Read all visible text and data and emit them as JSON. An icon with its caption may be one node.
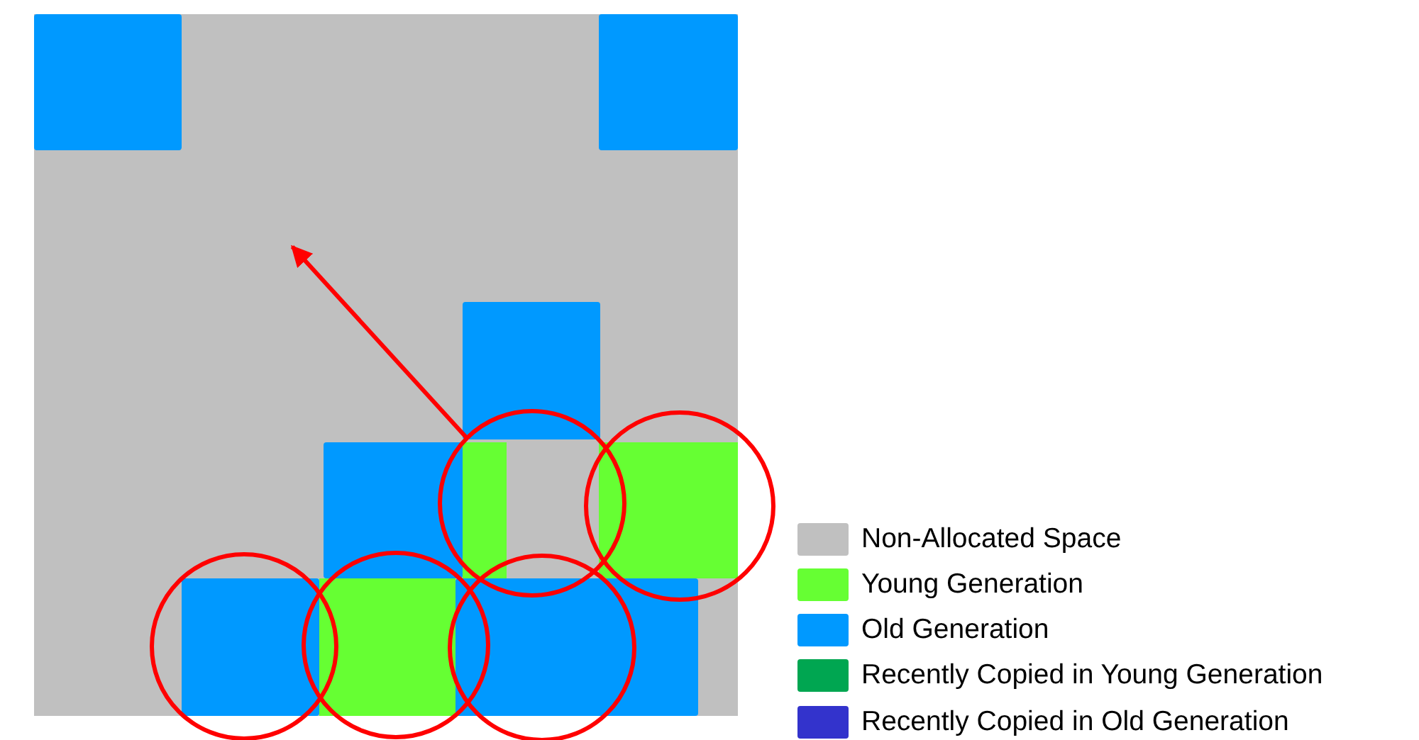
{
  "diagram": {
    "legend": [
      {
        "text": "Non-Allocated Space",
        "color": "#c0c0c0"
      },
      {
        "text": "Young Generation",
        "color": "#66ff33"
      },
      {
        "text": "Old Generation",
        "color": "#0099ff"
      },
      {
        "text": "Recently Copied in Young Generation",
        "color": "#00a651"
      },
      {
        "text": "Recently Copied in Old Generation",
        "color": "#3333cc"
      }
    ]
  }
}
